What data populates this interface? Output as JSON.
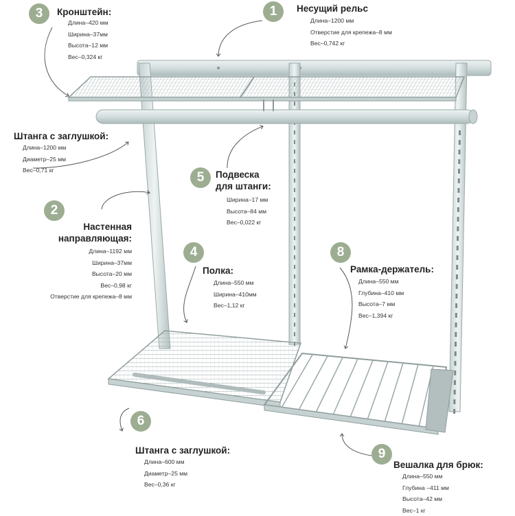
{
  "callouts": [
    {
      "number": "1",
      "title": "Несущий рельс",
      "specs": [
        "Длина–1200 мм",
        "Отверстие для крепежа–8 мм",
        "Вес–0,742 кг"
      ]
    },
    {
      "number": "2",
      "title_lines": [
        "Настенная",
        "направляющая:"
      ],
      "specs": [
        "Длина–1192 мм",
        "Ширина–37мм",
        "Высота–20 мм",
        "Вес–0,98 кг",
        "Отверстие для крепежа–8 мм"
      ]
    },
    {
      "number": "3",
      "title": "Кронштейн:",
      "specs": [
        "Длина–420 мм",
        "Ширина–37мм",
        "Высота–12 мм",
        "Вес–0,324 кг"
      ]
    },
    {
      "number": "4",
      "title": "Полка:",
      "specs": [
        "Длина–550 мм",
        "Ширина–410мм",
        "Вес–1,12 кг"
      ]
    },
    {
      "number": "5",
      "title_lines": [
        "Подвеска",
        "для штанги:"
      ],
      "specs": [
        "Ширина–17 мм",
        "Высота–84 мм",
        "Вес–0,022 кг"
      ]
    },
    {
      "number": "6",
      "title": "Штанга с заглушкой:",
      "specs": [
        "Длина–600 мм",
        "Диаметр–25 мм",
        "Вес–0,36 кг"
      ]
    },
    {
      "title": "Штанга с заглушкой:",
      "specs": [
        "Длина–1200 мм",
        "Диаметр–25 мм",
        "Вес–0,71 кг"
      ]
    },
    {
      "number": "8",
      "title": "Рамка-держатель:",
      "specs": [
        "Длина–550 мм",
        "Глубина–410 мм",
        "Высота–7 мм",
        "Вес–1,394 кг"
      ]
    },
    {
      "number": "9",
      "title": "Вешалка для брюк:",
      "specs": [
        "Длина–550 мм",
        "Глубина –411 мм",
        "Высота–42 мм",
        "Вес–1 кг"
      ]
    }
  ],
  "colors": {
    "badge": "#9dad92",
    "metal": "#d9e3e3",
    "metal_dark": "#8a9898",
    "wire": "#a9b6b6"
  }
}
